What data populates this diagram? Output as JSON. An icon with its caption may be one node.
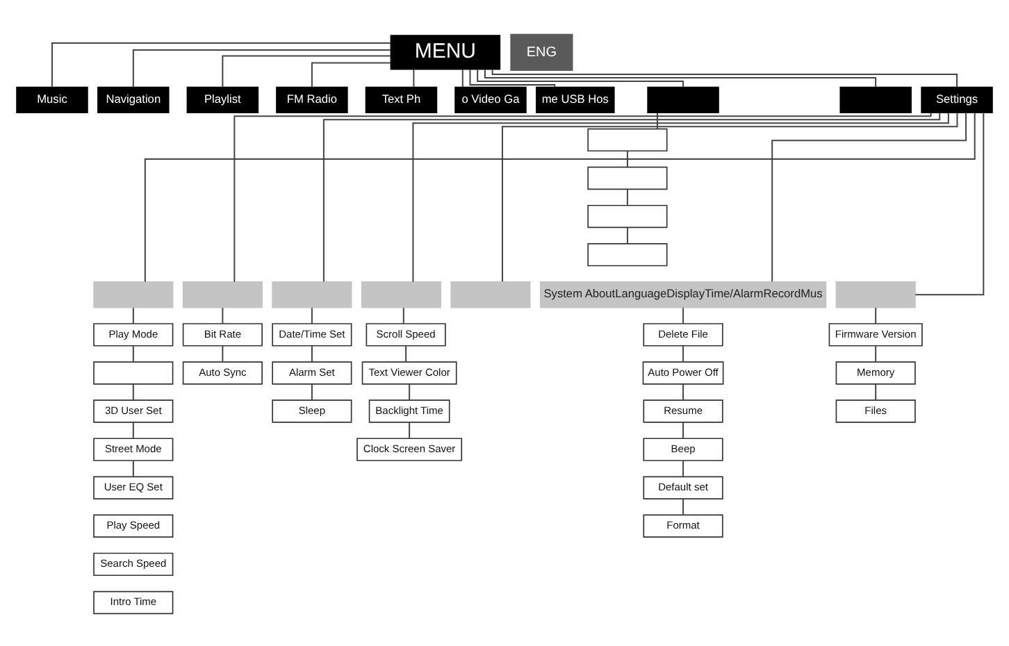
{
  "diagram": {
    "nodes": [
      {
        "text": [
          "MENU"
        ]
      },
      {
        "text": [
          "Music"
        ]
      },
      {
        "text": [
          "Navigation"
        ]
      },
      {
        "text": [
          "Playlist"
        ]
      },
      {
        "text": [
          "FM Radio"
        ]
      },
      {
        "text": [
          "Text Ph"
        ]
      },
      {
        "text": [
          "o Video Ga"
        ]
      },
      {
        "text": [
          "me USB Hos"
        ]
      },
      {
        "text": [],
        "shape": "box"
      },
      {
        "text": [],
        "shape": "box"
      },
      {
        "text": [
          "Settings"
        ]
      },
      {
        "text": [],
        "shape": "box"
      },
      {
        "text": [],
        "shape": "box"
      },
      {
        "text": [],
        "shape": "box"
      },
      {
        "text": [],
        "shape": "box"
      },
      {
        "text": [],
        "shape": "box"
      },
      {
        "text": [],
        "shape": "box"
      },
      {
        "text": [],
        "shape": "box"
      },
      {
        "text": [],
        "shape": "box"
      },
      {
        "text": [],
        "shape": "box"
      },
      {
        "text": [
          "System AboutLanguageDisplayTime/AlarmRecordMus"
        ]
      },
      {
        "text": [],
        "shape": "box"
      },
      {
        "text": [
          "Play Mode"
        ]
      },
      {
        "text": [],
        "shape": "box"
      },
      {
        "text": [
          "3D User Set"
        ]
      },
      {
        "text": [
          "Street Mode"
        ]
      },
      {
        "text": [
          "User EQ Set"
        ]
      },
      {
        "text": [
          "Play Speed"
        ]
      },
      {
        "text": [
          "Search Speed"
        ]
      },
      {
        "text": [
          "Intro Time"
        ]
      },
      {
        "text": [
          "Bit Rate"
        ]
      },
      {
        "text": [
          "Auto Sync"
        ]
      },
      {
        "text": [
          "Date/Time Set"
        ]
      },
      {
        "text": [
          "Alarm Set"
        ]
      },
      {
        "text": [
          "Sleep"
        ]
      },
      {
        "text": [
          "Scroll Speed"
        ]
      },
      {
        "text": [
          "Text Viewer Color"
        ]
      },
      {
        "text": [
          "Backlight Time"
        ]
      },
      {
        "text": [
          "Clock Screen Saver"
        ]
      },
      {
        "text": [
          "Delete File"
        ]
      },
      {
        "text": [
          "Auto Power Off"
        ]
      },
      {
        "text": [
          "Resume"
        ]
      },
      {
        "text": [
          "Beep"
        ]
      },
      {
        "text": [
          "Default set"
        ]
      },
      {
        "text": [
          "Format"
        ]
      },
      {
        "text": [
          "Firmware Version"
        ]
      },
      {
        "text": [
          "Memory"
        ]
      },
      {
        "text": [
          "Files"
        ]
      }
    ],
    "edges": [
      {
        "from": 0,
        "to": 1,
        "arrow": "none"
      },
      {
        "from": 0,
        "to": 2,
        "arrow": "none"
      },
      {
        "from": 0,
        "to": 3,
        "arrow": "none"
      },
      {
        "from": 0,
        "to": 4,
        "arrow": "none"
      },
      {
        "from": 0,
        "to": 5,
        "arrow": "none"
      },
      {
        "from": 0,
        "to": 6,
        "arrow": "none"
      },
      {
        "from": 0,
        "to": 7,
        "arrow": "none"
      },
      {
        "from": 0,
        "to": 8,
        "arrow": "none"
      },
      {
        "from": 0,
        "to": 9,
        "arrow": "none"
      },
      {
        "from": 0,
        "to": 10,
        "arrow": "none"
      },
      {
        "from": 8,
        "to": 11,
        "arrow": "none"
      },
      {
        "from": 11,
        "to": 12,
        "arrow": "none"
      },
      {
        "from": 12,
        "to": 13,
        "arrow": "none"
      },
      {
        "from": 13,
        "to": 14,
        "arrow": "none"
      },
      {
        "from": 10,
        "to": 15,
        "arrow": "none"
      },
      {
        "from": 10,
        "to": 16,
        "arrow": "none"
      },
      {
        "from": 10,
        "to": 17,
        "arrow": "none"
      },
      {
        "from": 10,
        "to": 18,
        "arrow": "none"
      },
      {
        "from": 10,
        "to": 19,
        "arrow": "none"
      },
      {
        "from": 10,
        "to": 20,
        "arrow": "none"
      },
      {
        "from": 10,
        "to": 21,
        "arrow": "none"
      },
      {
        "from": 15,
        "to": 22,
        "arrow": "none"
      },
      {
        "from": 22,
        "to": 23,
        "arrow": "none"
      },
      {
        "from": 23,
        "to": 24,
        "arrow": "none"
      },
      {
        "from": 24,
        "to": 25,
        "arrow": "none"
      },
      {
        "from": 25,
        "to": 26,
        "arrow": "none"
      },
      {
        "from": 16,
        "to": 30,
        "arrow": "none"
      },
      {
        "from": 30,
        "to": 31,
        "arrow": "none"
      },
      {
        "from": 17,
        "to": 32,
        "arrow": "none"
      },
      {
        "from": 32,
        "to": 33,
        "arrow": "none"
      },
      {
        "from": 33,
        "to": 34,
        "arrow": "none"
      },
      {
        "from": 18,
        "to": 35,
        "arrow": "none"
      },
      {
        "from": 35,
        "to": 36,
        "arrow": "none"
      },
      {
        "from": 36,
        "to": 37,
        "arrow": "none"
      },
      {
        "from": 37,
        "to": 38,
        "arrow": "none"
      },
      {
        "from": 20,
        "to": 39,
        "arrow": "none"
      },
      {
        "from": 39,
        "to": 40,
        "arrow": "none"
      },
      {
        "from": 40,
        "to": 41,
        "arrow": "none"
      },
      {
        "from": 41,
        "to": 42,
        "arrow": "none"
      },
      {
        "from": 42,
        "to": 43,
        "arrow": "none"
      },
      {
        "from": 43,
        "to": 44,
        "arrow": "none"
      },
      {
        "from": 21,
        "to": 45,
        "arrow": "none"
      },
      {
        "from": 45,
        "to": 46,
        "arrow": "none"
      },
      {
        "from": 46,
        "to": 47,
        "arrow": "none"
      }
    ],
    "labels": [
      "ENG"
    ]
  }
}
